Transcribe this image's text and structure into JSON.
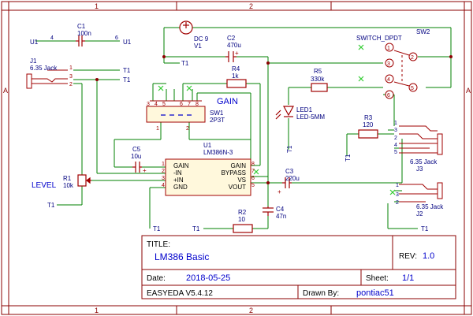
{
  "frame": {
    "columns": [
      "1",
      "2"
    ],
    "rows": [
      "A"
    ]
  },
  "colors": {
    "border": "#8b0000",
    "wire": "#008000",
    "comp": "#a00000",
    "label": "#000080",
    "accent": "#0000cc",
    "body_fill": "#fff8dc",
    "cross": "#33cc33"
  },
  "components": [
    {
      "ref": "C1",
      "value": "100n"
    },
    {
      "ref": "DC 9",
      "value": "V1"
    },
    {
      "ref": "C2",
      "value": "470u"
    },
    {
      "ref": "SW2",
      "value": "SWITCH_DPDT"
    },
    {
      "ref": "J1",
      "value": "6.35 Jack"
    },
    {
      "ref": "R4",
      "value": "1k"
    },
    {
      "ref": "R5",
      "value": "330k"
    },
    {
      "ref": "LED1",
      "value": "LED-5MM"
    },
    {
      "ref": "SW1",
      "value": "2P3T"
    },
    {
      "ref": "R3",
      "value": "120"
    },
    {
      "ref": "C5",
      "value": "10u"
    },
    {
      "ref": "U1",
      "value": "LM386N-3"
    },
    {
      "ref": "R1",
      "value": "10k"
    },
    {
      "ref": "C3",
      "value": "220u"
    },
    {
      "ref": "C4",
      "value": "47n"
    },
    {
      "ref": "R2",
      "value": "10"
    },
    {
      "ref": "J3",
      "value": "6.35 Jack"
    },
    {
      "ref": "J2",
      "value": "6.35 Jack"
    }
  ],
  "ic_pins": {
    "left": [
      "GAIN",
      "-IN",
      "+IN",
      "GND"
    ],
    "left_numbers": [
      "1",
      "2",
      "3",
      "4"
    ],
    "right": [
      "GAIN",
      "BYPASS",
      "VS",
      "VOUT"
    ],
    "right_numbers": [
      "8",
      "7",
      "6",
      "5"
    ]
  },
  "net_labels": {
    "u1": "U1",
    "t1": "T1",
    "c1_pins": [
      "4",
      "6"
    ],
    "jack_pins": [
      "1",
      "3",
      "2"
    ],
    "sw1_pins": [
      "3",
      "4",
      "5",
      "6",
      "7",
      "8",
      "1",
      "2"
    ],
    "sw2_pins": [
      "1",
      "2",
      "3",
      "4",
      "5",
      "6"
    ],
    "j3_pins": [
      "1",
      "3",
      "2",
      "4",
      "5"
    ],
    "j2_pins": [
      "1",
      "3",
      "2"
    ]
  },
  "annotations": {
    "gain": "GAIN",
    "level": "LEVEL",
    "plus": "+"
  },
  "title_block": {
    "title_label": "TITLE:",
    "title": "LM386 Basic",
    "rev_label": "REV:",
    "rev": "1.0",
    "date_label": "Date:",
    "date": "2018-05-25",
    "sheet_label": "Sheet:",
    "sheet": "1/1",
    "software": "EASYEDA V5.4.12",
    "drawn_label": "Drawn By:",
    "drawn_by": "pontiac51"
  }
}
